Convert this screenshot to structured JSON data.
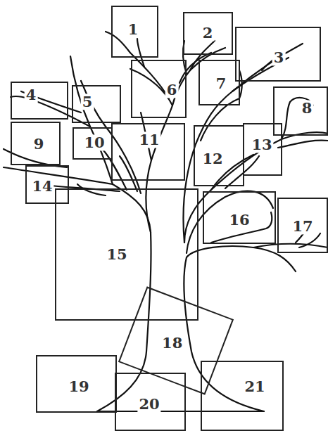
{
  "diagram": {
    "nodes": [
      {
        "text": [
          "1"
        ]
      },
      {
        "text": [
          "2"
        ]
      },
      {
        "text": [
          "3"
        ]
      },
      {
        "text": [
          "4"
        ]
      },
      {
        "text": [
          "5"
        ]
      },
      {
        "text": [
          "6"
        ]
      },
      {
        "text": [
          "7"
        ]
      },
      {
        "text": [
          "8"
        ]
      },
      {
        "text": [
          "9"
        ]
      },
      {
        "text": [
          "10"
        ]
      },
      {
        "text": [
          "11"
        ]
      },
      {
        "text": [
          "12"
        ]
      },
      {
        "text": [
          "13"
        ]
      },
      {
        "text": [
          "14"
        ]
      },
      {
        "text": [
          "15"
        ]
      },
      {
        "text": [
          "16"
        ]
      },
      {
        "text": [
          "17"
        ]
      },
      {
        "text": [
          "18"
        ]
      },
      {
        "text": [
          "19"
        ]
      },
      {
        "text": [
          "20"
        ]
      },
      {
        "text": [
          "21"
        ]
      }
    ]
  }
}
